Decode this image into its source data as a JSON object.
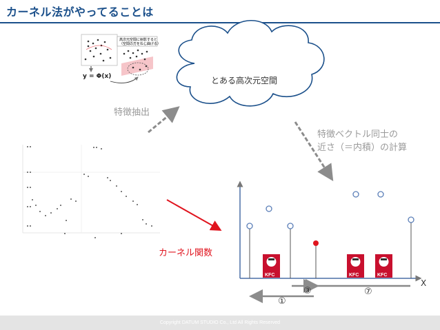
{
  "title": "カーネル法がやってることは",
  "cloud_label": "とある高次元空間",
  "feature_extract_label": "特徴抽出",
  "inner_product_label_line1": "特徴ベクトル同士の",
  "inner_product_label_line2": "近さ（＝内積）の計算",
  "kernel_label": "カーネル関数",
  "x_axis_label": "X",
  "brand_text": "KFC",
  "distance_labels": [
    "①",
    "③",
    "⑦"
  ],
  "mapping_formula": "y = Φ(x)",
  "mini_caption_line1": "高次元空間に射影すると",
  "mini_caption_line2": "（空間の方をねじ曲げる）",
  "footer": "Copyright DATUM STUDIO Co., Ltd All Rights Reserved",
  "colors": {
    "title": "#1a4f8a",
    "accent_red": "#e0141e",
    "point_blue": "#5b7fb8",
    "arrow_gray": "#8c8c8c",
    "kfc_red": "#c8102e"
  }
}
